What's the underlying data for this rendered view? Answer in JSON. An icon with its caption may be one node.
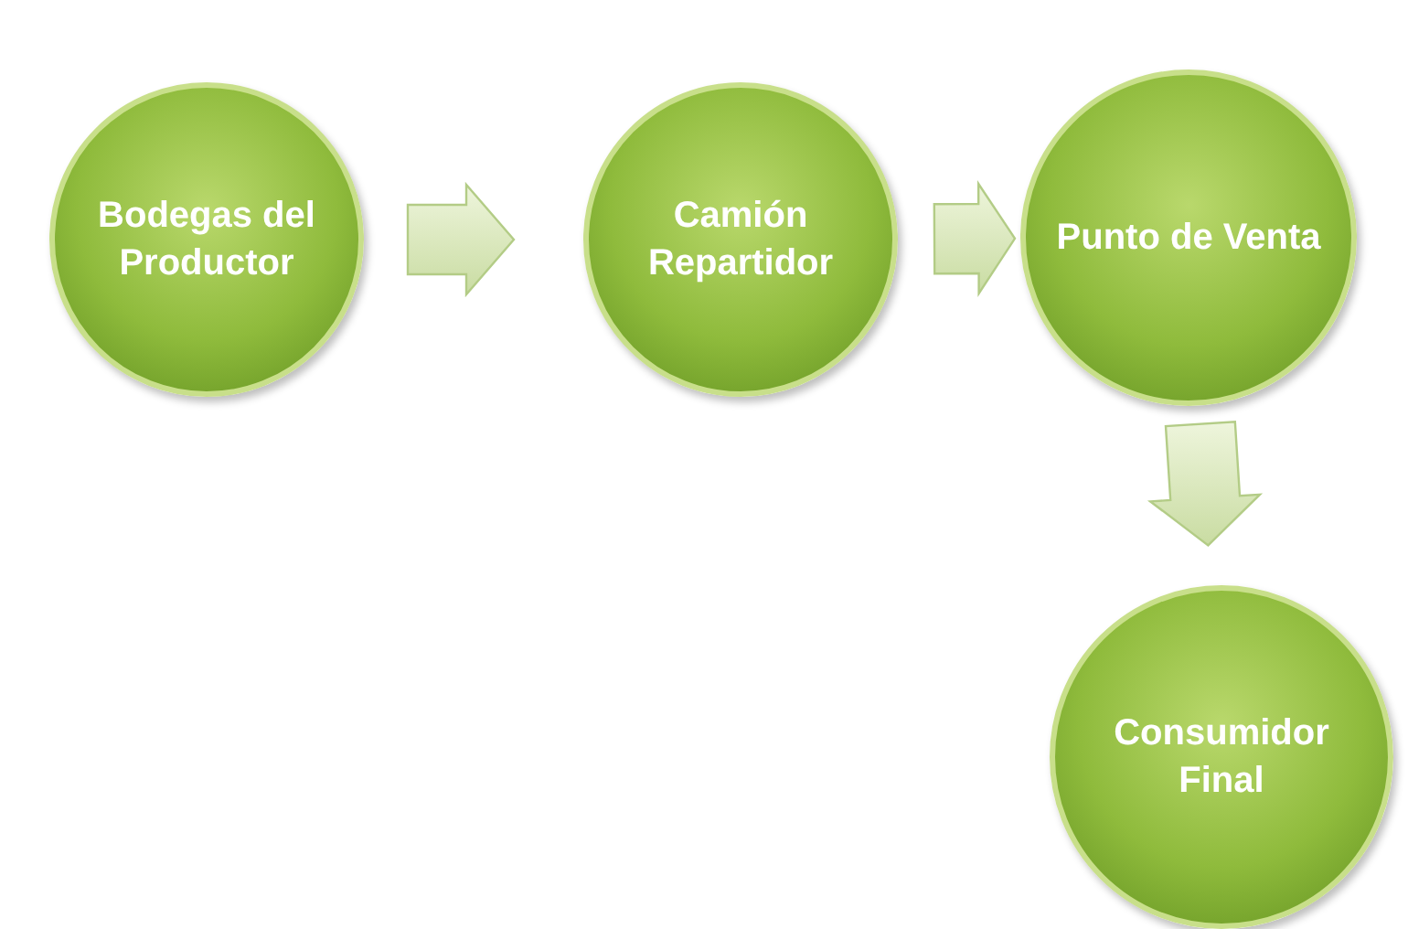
{
  "diagram": {
    "nodes": [
      {
        "text": [
          "Bodegas del Productor"
        ]
      },
      {
        "text": [
          "Camión Repartidor"
        ]
      },
      {
        "text": [
          "Punto de Venta"
        ]
      },
      {
        "text": [
          "Consumidor Final"
        ]
      }
    ],
    "edges": [
      {
        "from": 0,
        "to": 1,
        "arrow": "to"
      },
      {
        "from": 1,
        "to": 2,
        "arrow": "to"
      },
      {
        "from": 2,
        "to": 3,
        "arrow": "to"
      }
    ]
  }
}
